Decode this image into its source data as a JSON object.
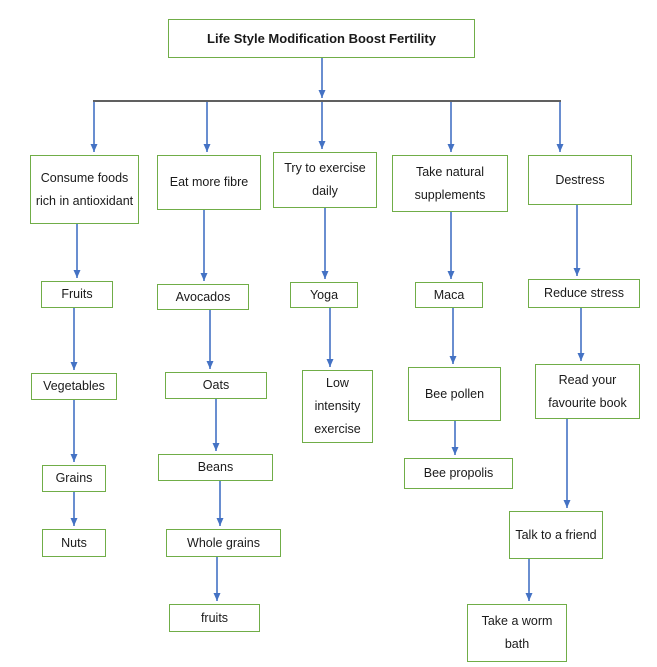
{
  "title": "Life Style Modification Boost Fertility",
  "colors": {
    "box_border": "#70AD47",
    "arrow": "#4472C4",
    "trunk_line": "#000000",
    "background": "#ffffff",
    "text": "#1a1a1a"
  },
  "flowchart": {
    "root": {
      "label": "Life Style Modification Boost Fertility"
    },
    "branches": [
      {
        "name": "antioxidant-foods",
        "nodes": [
          "Consume foods rich in antioxidant",
          "Fruits",
          "Vegetables",
          "Grains",
          "Nuts"
        ]
      },
      {
        "name": "fibre",
        "nodes": [
          "Eat more fibre",
          "Avocados",
          "Oats",
          "Beans",
          "Whole grains",
          "fruits"
        ]
      },
      {
        "name": "exercise",
        "nodes": [
          "Try to exercise daily",
          "Yoga",
          "Low intensity exercise"
        ]
      },
      {
        "name": "natural-supplements",
        "nodes": [
          "Take natural supplements",
          "Maca",
          "Bee pollen",
          "Bee propolis"
        ]
      },
      {
        "name": "destress",
        "nodes": [
          "Destress",
          "Reduce stress",
          "Read your favourite book",
          "Talk to a friend",
          "Take a worm bath"
        ]
      }
    ]
  }
}
